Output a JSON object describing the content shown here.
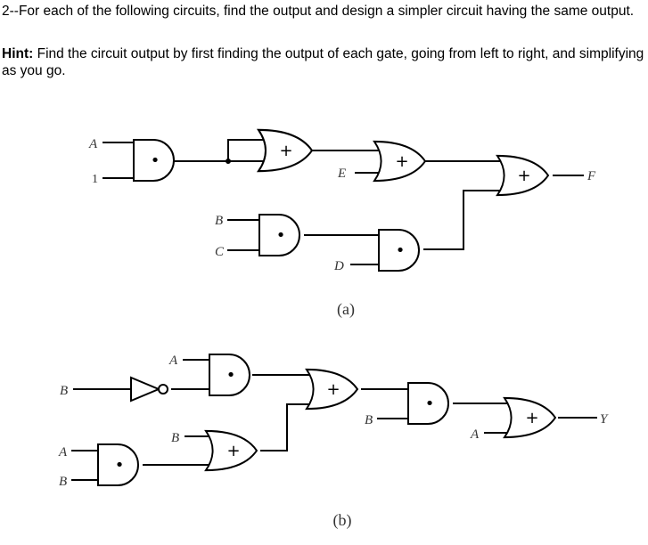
{
  "question": {
    "text": "2--For each of the following circuits, find the output and design a simpler circuit having the same output.",
    "hint_label": "Hint:",
    "hint_text": " Find the circuit output by first finding the output of each gate, going from left to right, and simplifying as you go."
  },
  "circuit_a": {
    "caption": "(a)",
    "labels": {
      "A": "A",
      "one": "1",
      "E": "E",
      "B": "B",
      "C": "C",
      "D": "D",
      "F": "F"
    },
    "symbols": {
      "and": "•",
      "or": "+"
    }
  },
  "circuit_b": {
    "caption": "(b)",
    "labels": {
      "B_in": "B",
      "A_top": "A",
      "B_mid": "B",
      "A_low": "A",
      "B_low": "B",
      "B_and3": "B",
      "A_or3": "A",
      "Y": "Y"
    },
    "symbols": {
      "and": "•",
      "or": "+"
    }
  }
}
